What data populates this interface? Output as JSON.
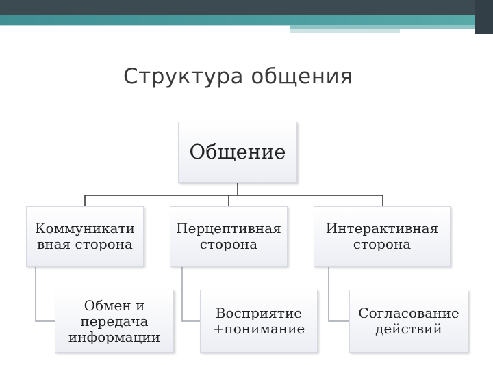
{
  "title": "Структура общения",
  "root": {
    "label": "Общение"
  },
  "branches": [
    {
      "label": "Коммуникативная сторона",
      "child": "Обмен и передача информации"
    },
    {
      "label": "Перцептивная сторона",
      "child": "Восприятие +понимание"
    },
    {
      "label": "Интерактивная сторона",
      "child": "Согласование действий"
    }
  ],
  "lines": {
    "b1": [
      "Коммуникати",
      "вная сторона"
    ],
    "b2": [
      "Перцептивная",
      "сторона"
    ],
    "b3": [
      "Интерактивная",
      "сторона"
    ],
    "c1": [
      "Обмен и",
      "передача",
      "информации"
    ],
    "c2": [
      "Восприятие",
      "+понимание"
    ],
    "c3": [
      "Согласование",
      "действий"
    ]
  }
}
